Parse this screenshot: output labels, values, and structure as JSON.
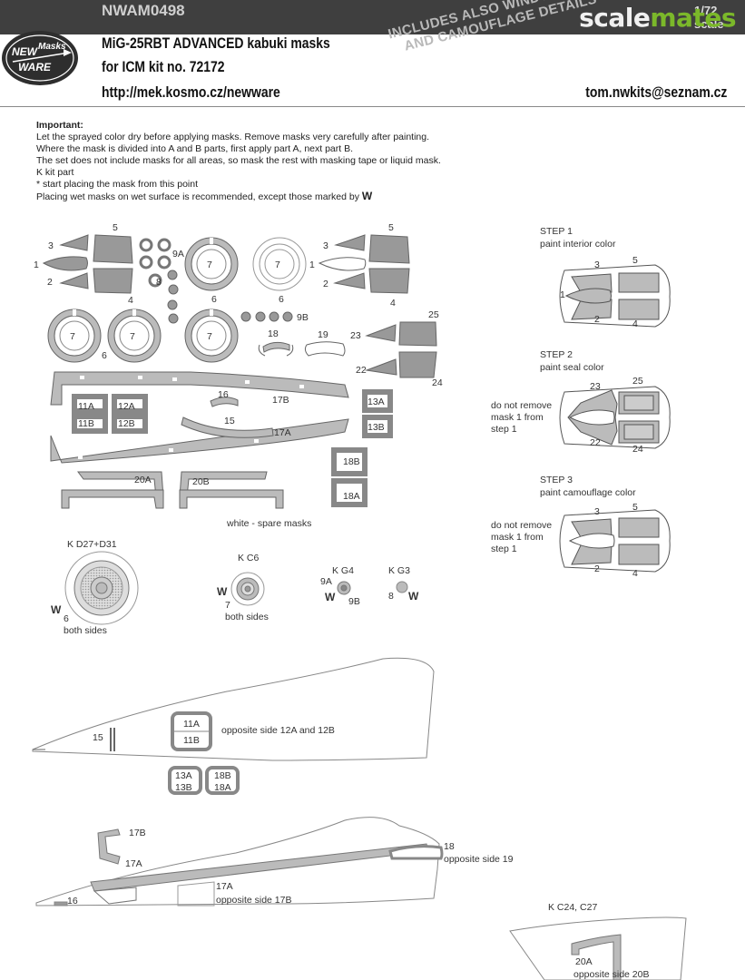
{
  "site": {
    "logo_part1": "scale",
    "logo_part2": "mates"
  },
  "header": {
    "product_code": "NWAM0498",
    "scale": "1/72 scale",
    "title": "MiG-25RBT ADVANCED kabuki masks",
    "kit": "for ICM kit no. 72172",
    "url": "http://mek.kosmo.cz/newware",
    "email": "tom.nwkits@seznam.cz",
    "stamp_line1": "INCLUDES ALSO WINDOW SEALS",
    "stamp_line2": "AND CAMOUFLAGE DETAILS",
    "brand_line1": "NEW",
    "brand_line1b": "Masks",
    "brand_line2": "WARE"
  },
  "instructions": {
    "heading": "Important:",
    "lines": [
      "Let the sprayed color dry before applying masks. Remove masks very carefully after painting.",
      "Where the mask is divided into A and B parts, first apply part A, next part B.",
      "The set does not include masks for all areas, so mask the rest with masking tape or liquid mask.",
      "K kit part",
      "*  start placing the mask from this point",
      "Placing wet masks on wet surface is recommended, except those marked by"
    ],
    "wet_mark": "W"
  },
  "sheet": {
    "n1": "1",
    "n2": "2",
    "n3": "3",
    "n4": "4",
    "n5": "5",
    "n6": "6",
    "n7": "7",
    "n8": "8",
    "n9A": "9A",
    "n9B": "9B",
    "n15": "15",
    "n16": "16",
    "n17A": "17A",
    "n17B": "17B",
    "n18": "18",
    "n19": "19",
    "n11A": "11A",
    "n11B": "11B",
    "n12A": "12A",
    "n12B": "12B",
    "n13A": "13A",
    "n13B": "13B",
    "n18A": "18A",
    "n18B": "18B",
    "n20A": "20A",
    "n20B": "20B",
    "n22": "22",
    "n23": "23",
    "n24": "24",
    "n25": "25",
    "spare": "white - spare masks"
  },
  "steps": [
    {
      "title": "STEP 1",
      "desc": "paint interior color"
    },
    {
      "title": "STEP 2",
      "desc": "paint seal color",
      "note1": "do not remove",
      "note2": "mask 1 from",
      "note3": "step 1"
    },
    {
      "title": "STEP 3",
      "desc": "paint camouflage color",
      "note1": "do not remove",
      "note2": "mask 1 from",
      "note3": "step 1"
    }
  ],
  "wheels": {
    "kd_label": "K D27+D31",
    "kd_num": "6",
    "kd_sides": "both sides",
    "kc6_label": "K C6",
    "kc6_num": "7",
    "kc6_sides": "both sides",
    "kg4_label": "K G4",
    "kg4_a": "9A",
    "kg4_b": "9B",
    "kg3_label": "K G3",
    "kg3_num": "8",
    "w": "W"
  },
  "diagrams": {
    "opp_12": "opposite side 12A and 12B",
    "opp_17b": "opposite side 17B",
    "opp_19": "opposite side 19",
    "kc24": "K C24, C27",
    "opp_20b": "opposite side 20B"
  }
}
